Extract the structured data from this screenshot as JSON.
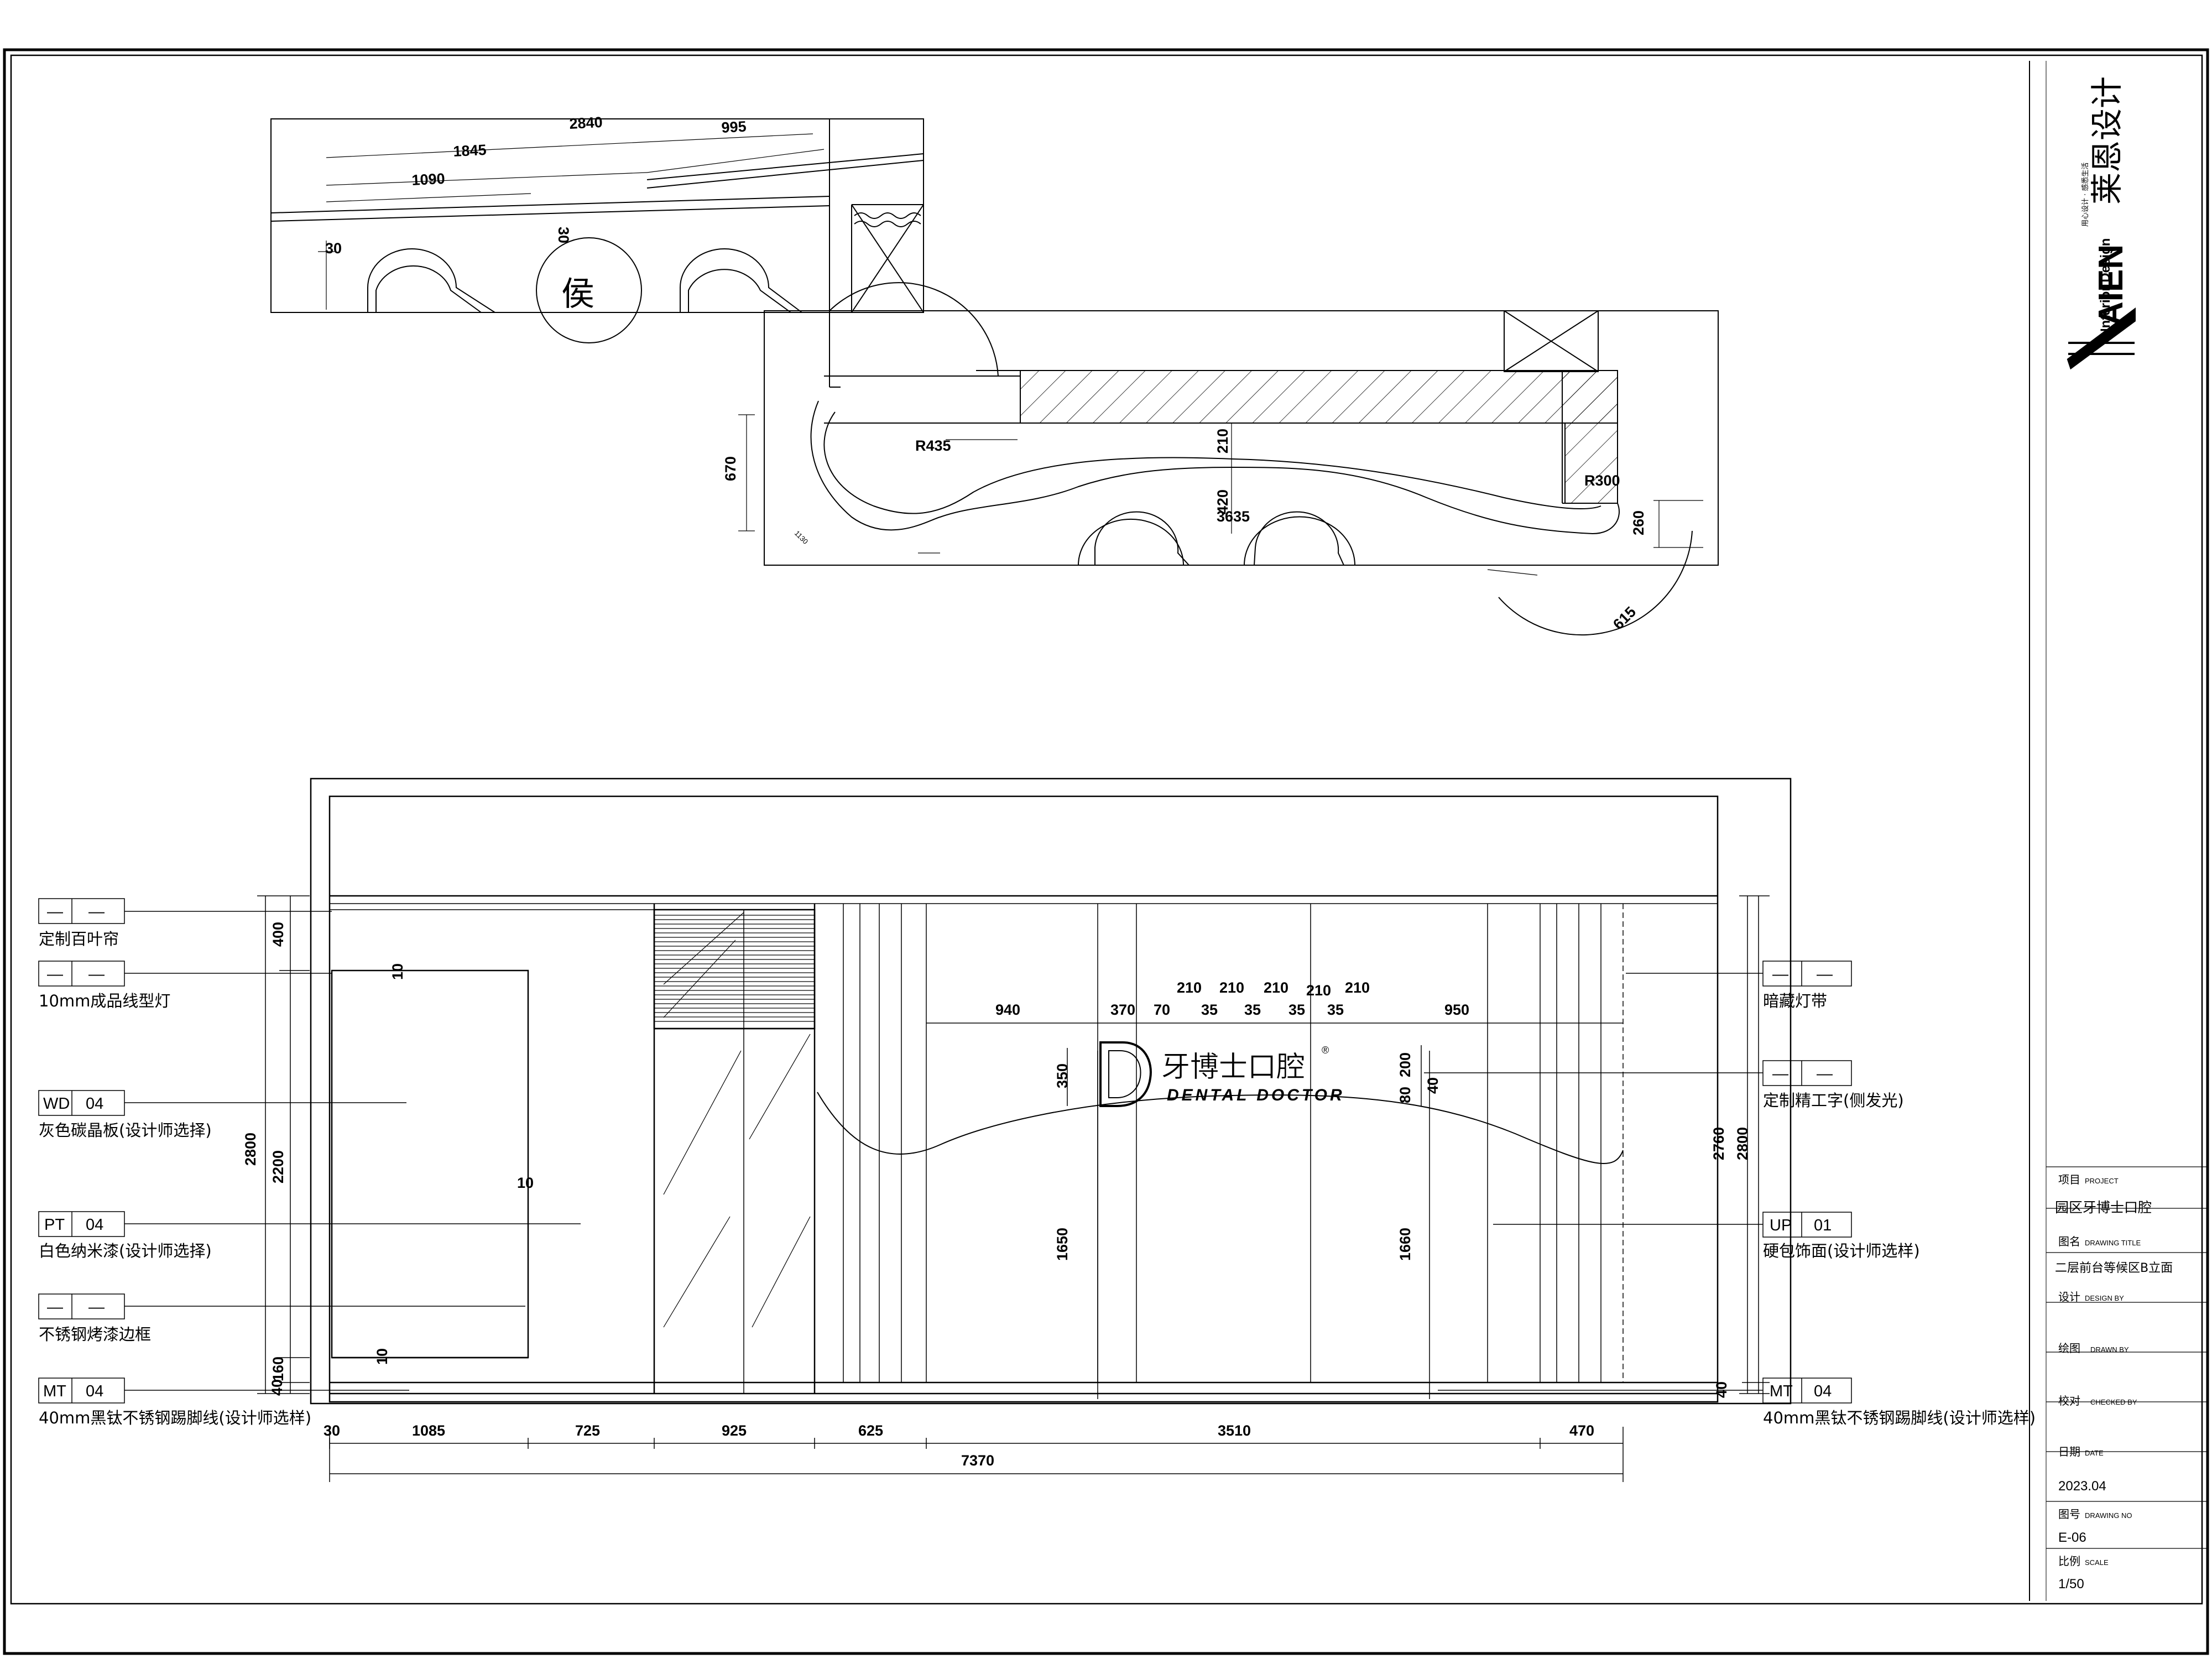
{
  "plan": {
    "top_dims": [
      "2840",
      "995",
      "1845",
      "1090"
    ],
    "side_dims": [
      "30",
      "30"
    ],
    "plan_char": "侯",
    "counter_dims": [
      "670",
      "1130",
      "R435",
      "210",
      "420",
      "3635",
      "R300",
      "260",
      "615"
    ]
  },
  "elevation": {
    "heights_left": [
      "400",
      "2800",
      "2200",
      "40",
      "160"
    ],
    "heights_right": [
      "2760",
      "2800",
      "40"
    ],
    "top_row": [
      "210",
      "210",
      "210",
      "210",
      "210"
    ],
    "mid_row": [
      "940",
      "370",
      "70",
      "35",
      "35",
      "35",
      "35",
      "950"
    ],
    "logo_dims": [
      "350",
      "200",
      "80",
      "40"
    ],
    "counter_heights": [
      "1650",
      "1660"
    ],
    "mirror_marks": [
      "10",
      "10",
      "10"
    ],
    "bottom_dims": [
      "30",
      "1085",
      "725",
      "925",
      "625",
      "3510",
      "470"
    ],
    "total_width": "7370",
    "logo_cn": "牙博士口腔",
    "logo_en": "DENTAL DOCTOR",
    "logo_reg": "®"
  },
  "legend_left": [
    {
      "code": "—",
      "num": "—",
      "text": "定制百叶帘"
    },
    {
      "code": "—",
      "num": "—",
      "text": "10mm成品线型灯"
    },
    {
      "code": "WD",
      "num": "04",
      "text": "灰色碳晶板(设计师选择)"
    },
    {
      "code": "PT",
      "num": "04",
      "text": "白色纳米漆(设计师选择)"
    },
    {
      "code": "—",
      "num": "—",
      "text": "不锈钢烤漆边框"
    },
    {
      "code": "MT",
      "num": "04",
      "text": "40mm黑钛不锈钢踢脚线(设计师选样)"
    }
  ],
  "legend_right": [
    {
      "code": "—",
      "num": "—",
      "text": "暗藏灯带"
    },
    {
      "code": "—",
      "num": "—",
      "text": "定制精工字(侧发光)"
    },
    {
      "code": "UP",
      "num": "01",
      "text": "硬包饰面(设计师选样)"
    },
    {
      "code": "MT",
      "num": "04",
      "text": "40mm黑钛不锈钢踢脚线(设计师选样)"
    }
  ],
  "brand": {
    "cn": "莱恩设计",
    "en_top": "AIEN",
    "en_bottom": "Interior Design",
    "slogan": "用心设计 · 感悉生活"
  },
  "title_block": {
    "project_label": "项目",
    "project_label_en": "PROJECT",
    "project": "园区牙博士口腔",
    "title_label": "图名",
    "title_label_en": "DRAWING TITLE",
    "title": "二层前台等候区B立面",
    "design_label": "设计",
    "design_label_en": "DESIGN BY",
    "drawn_label": "绘图",
    "drawn_label_en": "DRAWN BY",
    "checked_label": "校对",
    "checked_label_en": "CHECKED BY",
    "date_label": "日期",
    "date_label_en": "DATE",
    "date": "2023.04",
    "no_label": "图号",
    "no_label_en": "DRAWING NO",
    "no": "E-06",
    "scale_label": "比例",
    "scale_label_en": "SCALE",
    "scale": "1/50"
  }
}
